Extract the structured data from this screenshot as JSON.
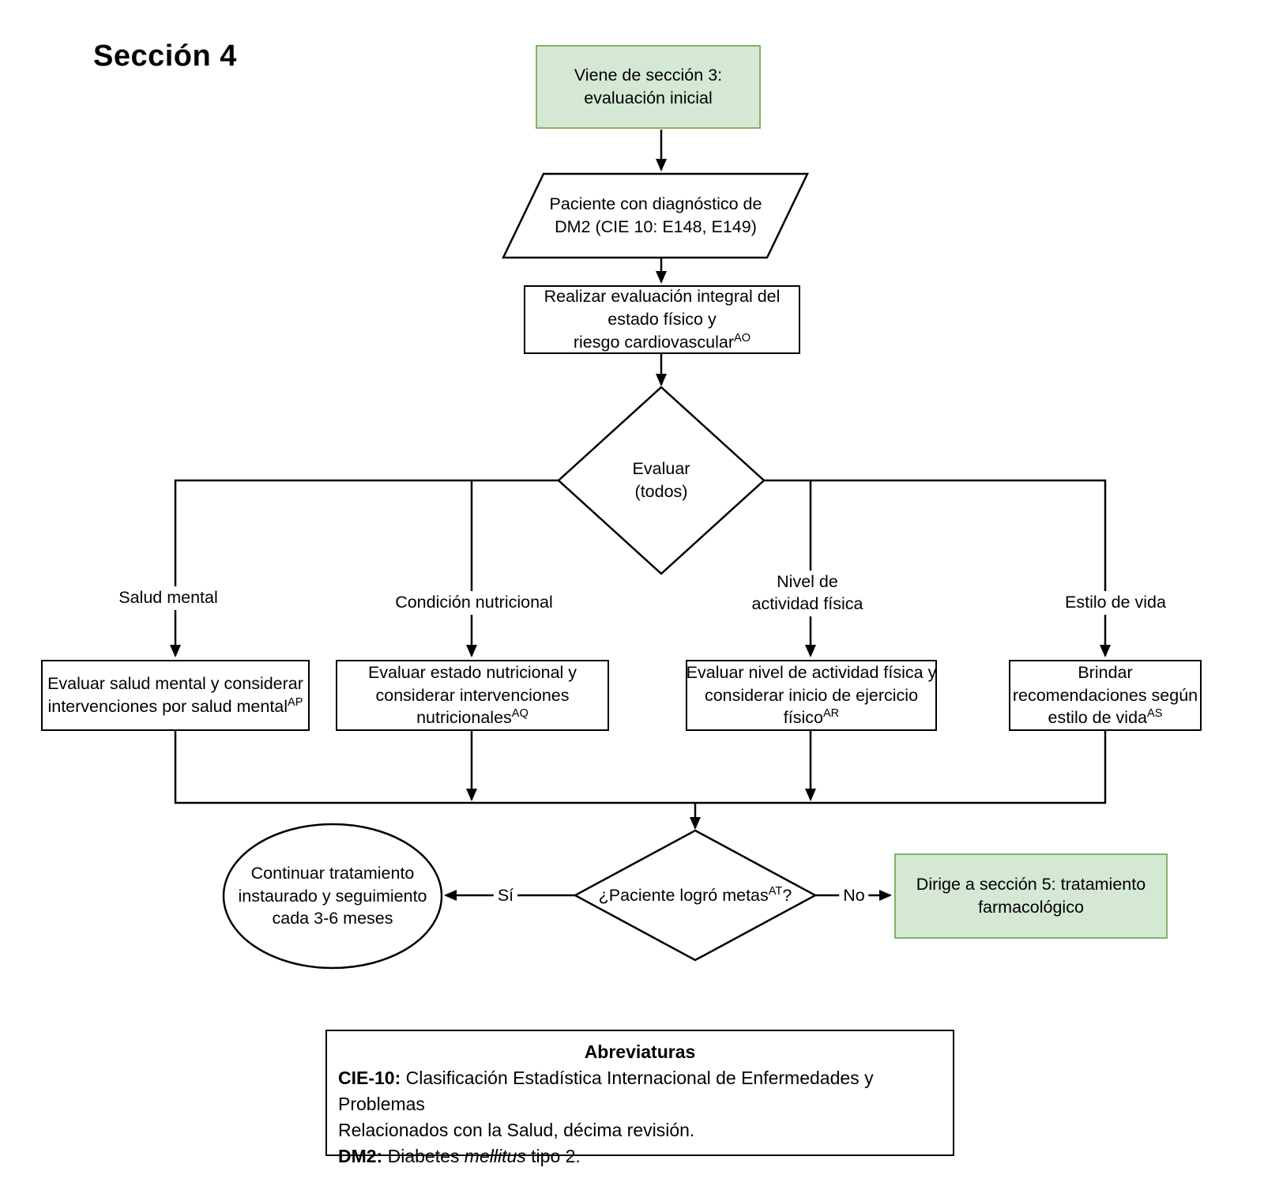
{
  "title": "Sección 4",
  "colors": {
    "green_fill": "#d5e8d4",
    "green_border": "#82b366",
    "line": "#000000",
    "background": "#ffffff"
  },
  "nodes": {
    "start": {
      "lines": [
        "Viene de sección 3:",
        "evaluación inicial"
      ]
    },
    "patient": {
      "lines": [
        "Paciente con diagnóstico de",
        "DM2 (CIE 10: E148, E149)"
      ]
    },
    "integral": {
      "lines": [
        "Realizar evaluación integral del",
        "estado físico y",
        "riesgo cardiovascular"
      ],
      "sup": "AO"
    },
    "evaluar": {
      "lines": [
        "Evaluar",
        "(todos)"
      ]
    },
    "mental": {
      "lines": [
        "Evaluar salud mental y considerar",
        "intervenciones por salud mental"
      ],
      "sup": "AP"
    },
    "nutricional": {
      "lines": [
        "Evaluar estado nutricional y",
        "considerar intervenciones",
        "nutricionales"
      ],
      "sup": "AQ"
    },
    "fisica": {
      "lines": [
        "Evaluar nivel de actividad física y",
        "considerar inicio de ejercicio",
        "físico"
      ],
      "sup": "AR"
    },
    "estilo": {
      "lines": [
        "Brindar",
        "recomendaciones según",
        "estilo de vida"
      ],
      "sup": "AS"
    },
    "metas": {
      "pre": "¿Paciente logró metas",
      "sup": "AT",
      "post": "?"
    },
    "continuar": {
      "lines": [
        "Continuar tratamiento",
        "instaurado y seguimiento",
        "cada 3-6 meses"
      ]
    },
    "seccion5": {
      "lines": [
        "Dirige a sección 5: tratamiento",
        "farmacológico"
      ]
    }
  },
  "branch_labels": {
    "mental": "Salud mental",
    "nutricional": "Condición nutricional",
    "fisica_lines": [
      "Nivel de",
      "actividad física"
    ],
    "estilo": "Estilo de vida"
  },
  "edge_labels": {
    "yes": "Sí",
    "no": "No"
  },
  "abbreviations": {
    "title": "Abreviaturas",
    "cie_label": "CIE-10:",
    "cie_line1": "Clasificación Estadística Internacional de Enfermedades y Problemas",
    "cie_line2": "Relacionados con la Salud, décima revisión.",
    "dm2_label": "DM2:",
    "dm2_pre": "Diabetes",
    "dm2_italic": "mellitus",
    "dm2_post": "tipo 2."
  }
}
